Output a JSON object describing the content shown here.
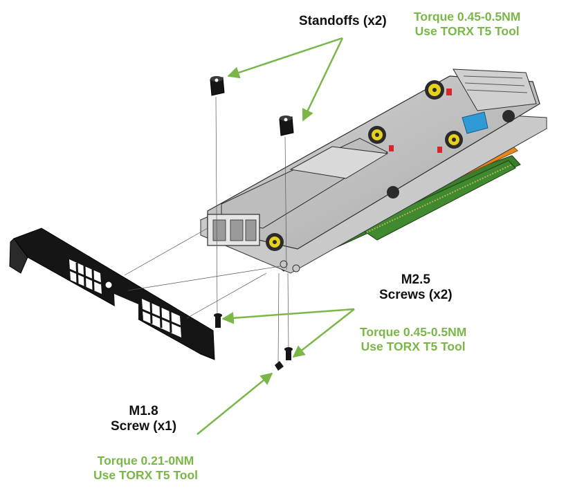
{
  "labels": {
    "standoffs": {
      "line1": "Standoffs (x2)"
    },
    "standoffs_torque": {
      "line1": "Torque 0.45-0.5NM",
      "line2": "Use TORX T5 Tool"
    },
    "m25": {
      "line1": "M2.5",
      "line2": "Screws (x2)"
    },
    "m25_torque": {
      "line1": "Torque 0.45-0.5NM",
      "line2": "Use TORX T5 Tool"
    },
    "m18": {
      "line1": "M1.8",
      "line2": "Screw (x1)"
    },
    "m18_torque": {
      "line1": "Torque 0.21-0NM",
      "line2": "Use TORX T5 Tool"
    }
  },
  "colors": {
    "callout_green": "#7ab648",
    "label_black": "#111111",
    "heatsink_gray": "#b9b9b9",
    "pcb_green": "#3a7d2a",
    "orange_layer": "#e8871e",
    "blue_layer": "#2e9bd6",
    "screw_yellow": "#e6d21a",
    "clip_red": "#d8262c",
    "bracket_black": "#151515"
  }
}
